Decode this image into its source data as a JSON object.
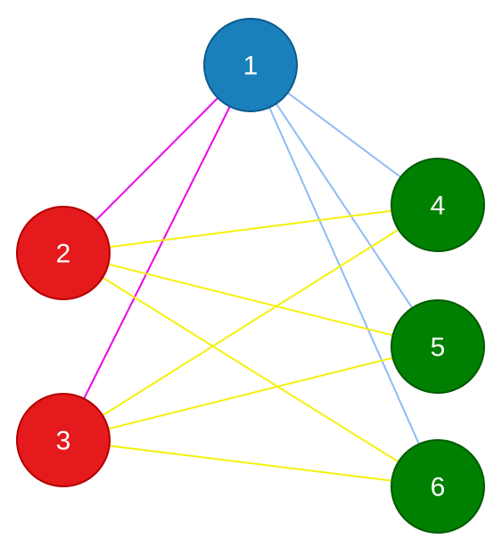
{
  "colors": {
    "background": "#ffffff",
    "node_blue": "#1a80bb",
    "node_blue_stroke": "#0c5b8e",
    "node_red": "#e41a1c",
    "node_red_stroke": "#b30000",
    "node_green": "#008000",
    "node_green_stroke": "#005a00",
    "edge_magenta": "#ee00ee",
    "edge_lightblue": "#8fbcf5",
    "edge_yellow": "#f5f00a"
  },
  "nodes": [
    {
      "id": "1",
      "label": "1",
      "group": "blue"
    },
    {
      "id": "2",
      "label": "2",
      "group": "red"
    },
    {
      "id": "3",
      "label": "3",
      "group": "red"
    },
    {
      "id": "4",
      "label": "4",
      "group": "green"
    },
    {
      "id": "5",
      "label": "5",
      "group": "green"
    },
    {
      "id": "6",
      "label": "6",
      "group": "green"
    }
  ],
  "edges": [
    {
      "from": "1",
      "to": "2",
      "color": "magenta"
    },
    {
      "from": "1",
      "to": "3",
      "color": "magenta"
    },
    {
      "from": "1",
      "to": "4",
      "color": "lightblue"
    },
    {
      "from": "1",
      "to": "5",
      "color": "lightblue"
    },
    {
      "from": "1",
      "to": "6",
      "color": "lightblue"
    },
    {
      "from": "2",
      "to": "4",
      "color": "yellow"
    },
    {
      "from": "2",
      "to": "5",
      "color": "yellow"
    },
    {
      "from": "2",
      "to": "6",
      "color": "yellow"
    },
    {
      "from": "3",
      "to": "4",
      "color": "yellow"
    },
    {
      "from": "3",
      "to": "5",
      "color": "yellow"
    },
    {
      "from": "3",
      "to": "6",
      "color": "yellow"
    }
  ]
}
